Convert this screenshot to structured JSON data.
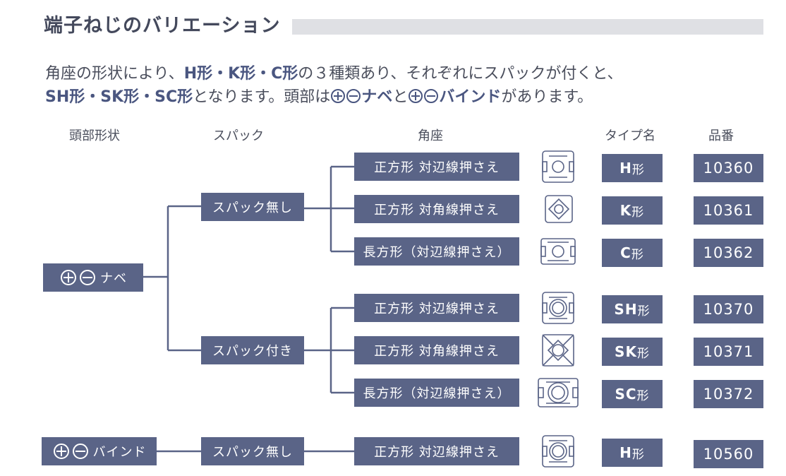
{
  "title": "端子ねじのバリエーション",
  "intro": {
    "line1_a": "角座の形状により、",
    "line1_b": "H形・K形・C形",
    "line1_c": "の３種類あり、それぞれにスパックが付くと、",
    "line2_a": "SH形・SK形・SC形",
    "line2_b": "となります。頭部は",
    "line2_c": "ナベ",
    "line2_d": "と",
    "line2_e": "バインド",
    "line2_f": "があります。"
  },
  "headers": {
    "head_shape": "頭部形状",
    "spac": "スパック",
    "base": "角座",
    "type_name": "タイプ名",
    "part_no": "品番"
  },
  "heads": {
    "nabe": "ナベ",
    "bind": "バインド"
  },
  "spac_options": {
    "none": "スパック無し",
    "with": "スパック付き"
  },
  "bases": {
    "sq_side": "正方形 対辺線押さえ",
    "sq_diag": "正方形 対角線押さえ",
    "rect_side": "長方形（対辺線押さえ）"
  },
  "rows": [
    {
      "base": "正方形 対辺線押さえ",
      "type_main": "H",
      "type_sfx": "形",
      "part": "10360",
      "icon": "square-side-icon"
    },
    {
      "base": "正方形 対角線押さえ",
      "type_main": "K",
      "type_sfx": "形",
      "part": "10361",
      "icon": "square-diagonal-icon"
    },
    {
      "base": "長方形（対辺線押さえ）",
      "type_main": "C",
      "type_sfx": "形",
      "part": "10362",
      "icon": "rectangle-side-icon"
    },
    {
      "base": "正方形 対辺線押さえ",
      "type_main": "SH",
      "type_sfx": "形",
      "part": "10370",
      "icon": "square-side-spac-icon"
    },
    {
      "base": "正方形 対角線押さえ",
      "type_main": "SK",
      "type_sfx": "形",
      "part": "10371",
      "icon": "square-diagonal-spac-icon"
    },
    {
      "base": "長方形（対辺線押さえ）",
      "type_main": "SC",
      "type_sfx": "形",
      "part": "10372",
      "icon": "rectangle-side-spac-icon"
    },
    {
      "base": "正方形 対辺線押さえ",
      "type_main": "H",
      "type_sfx": "形",
      "part": "10560",
      "icon": "square-side-icon"
    }
  ],
  "colors": {
    "box": "#5a6487",
    "line": "#5a6487",
    "title_bar": "#dfe0e4",
    "text": "#3c4150"
  }
}
